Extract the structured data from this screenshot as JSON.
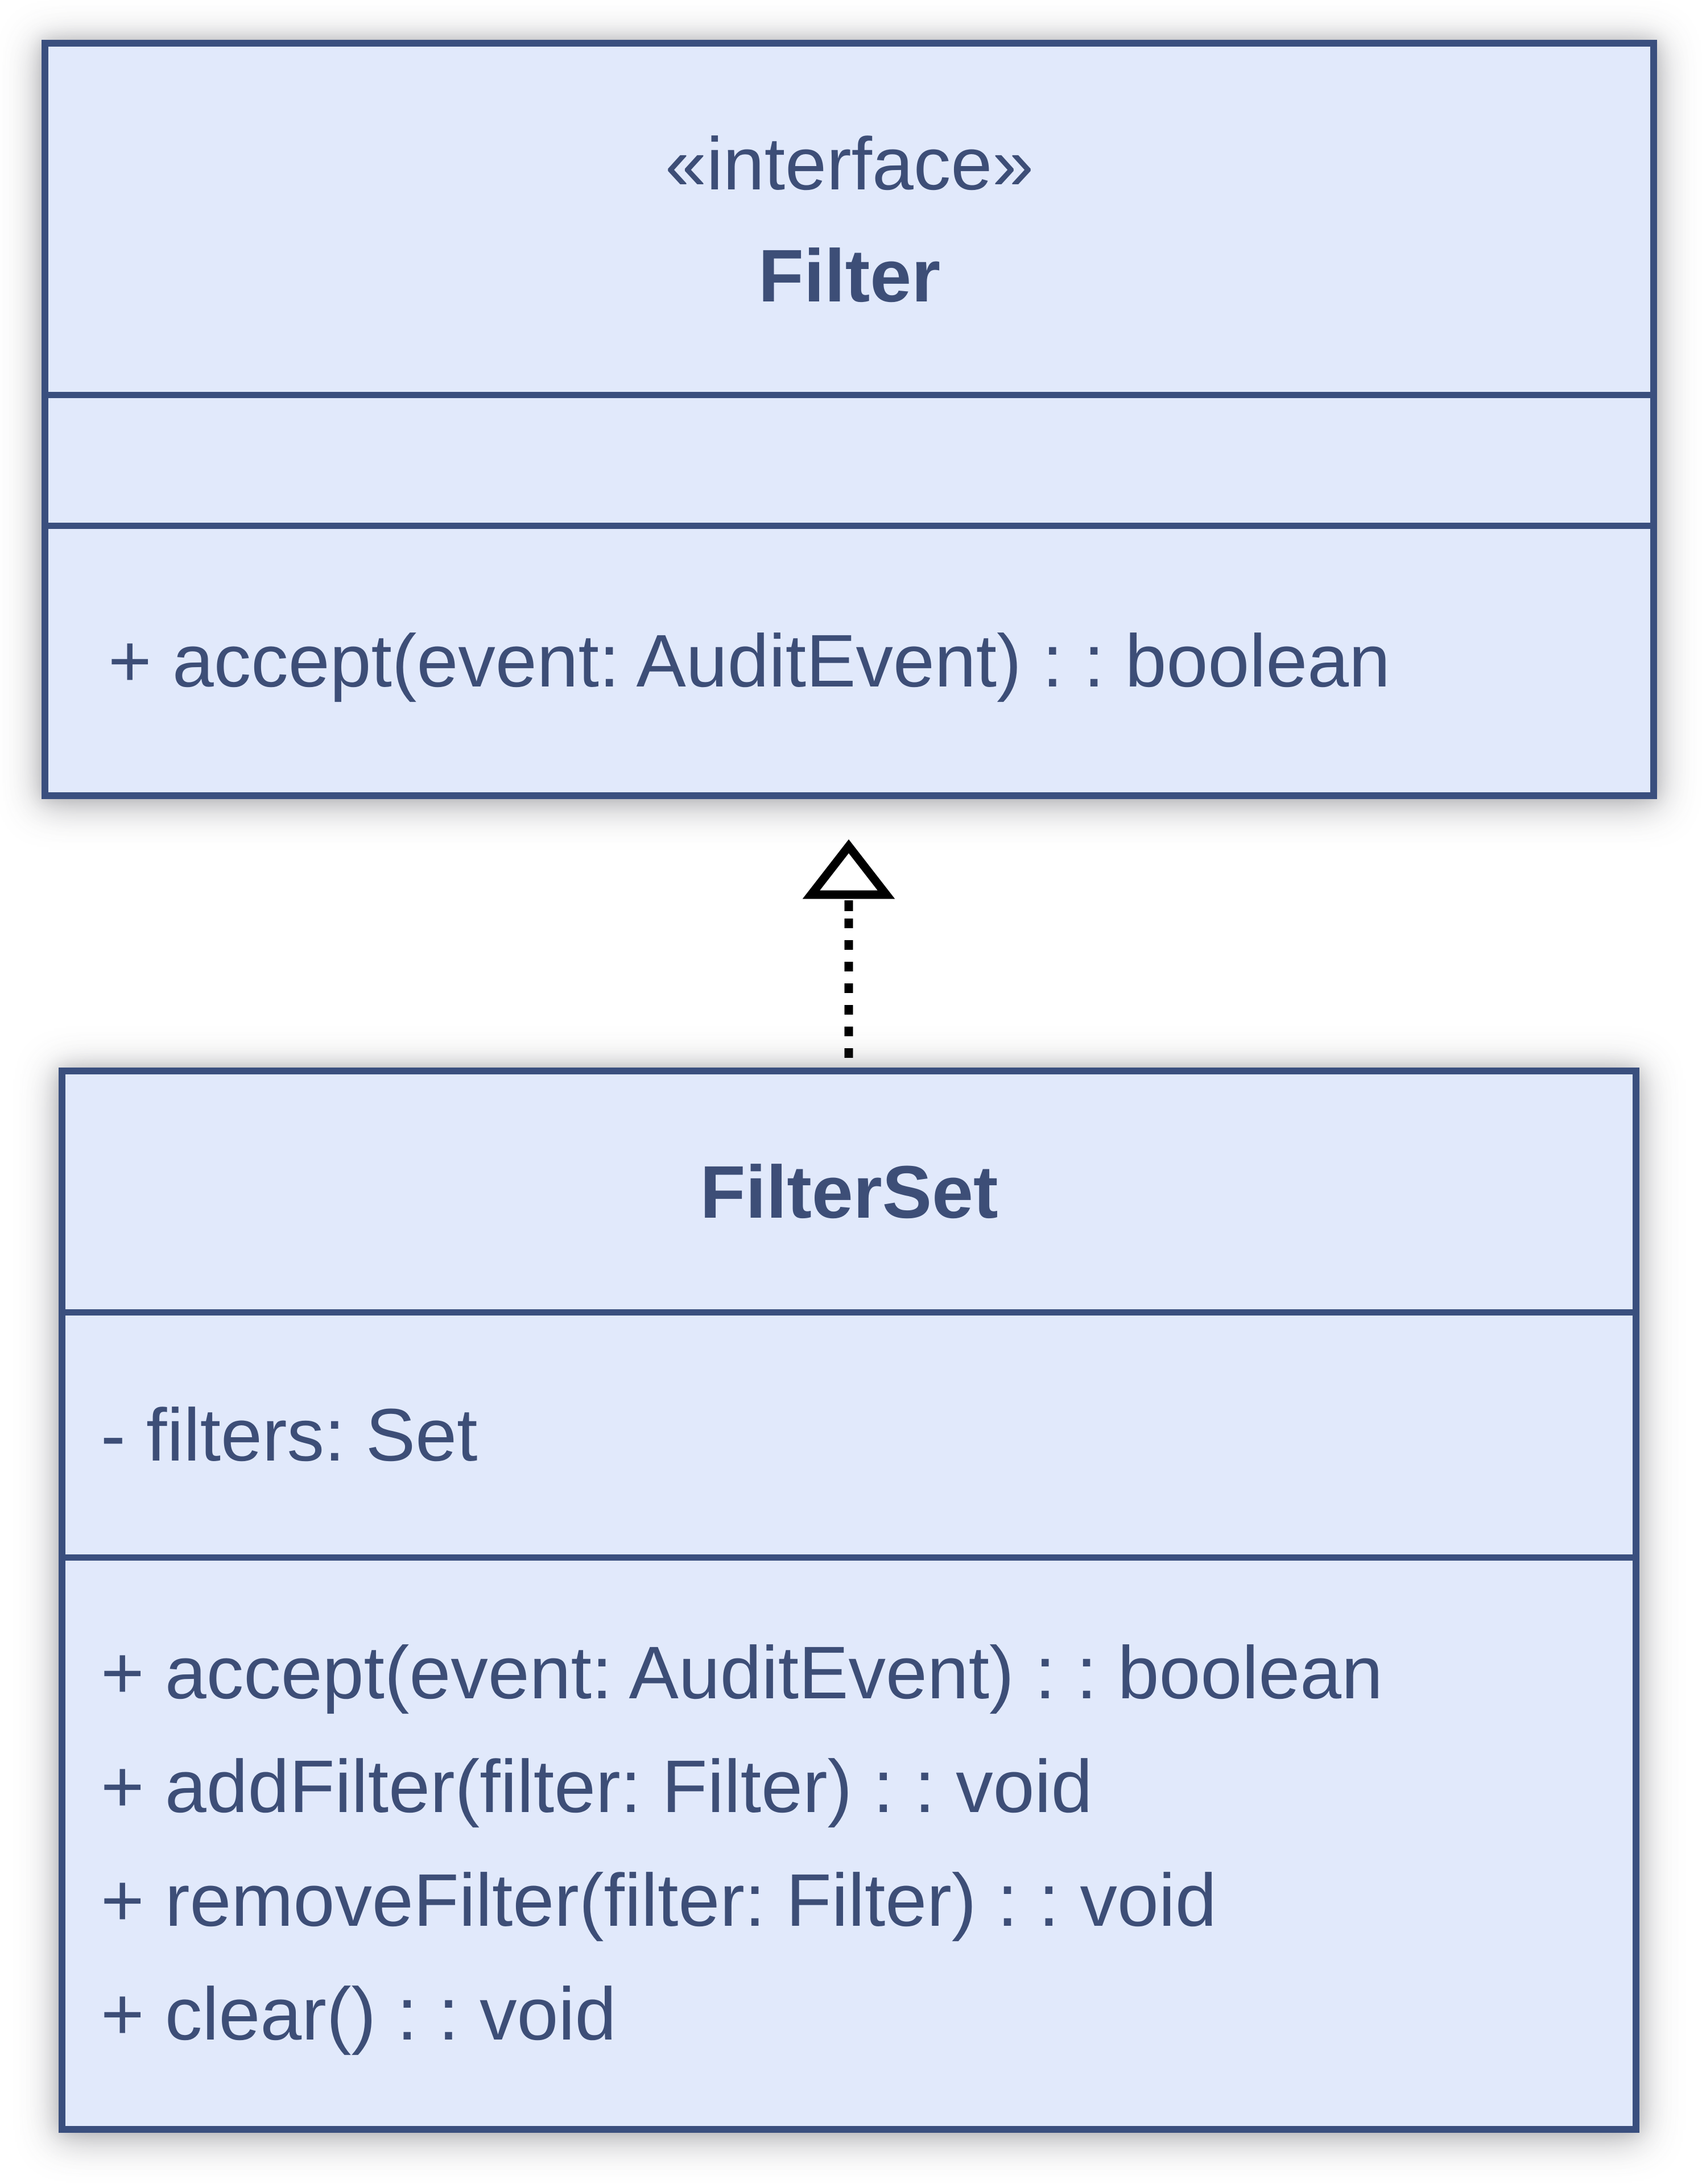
{
  "diagram_type": "UML class diagram",
  "classes": {
    "filter": {
      "stereotype": "«interface»",
      "name": "Filter",
      "attributes": [],
      "methods": [
        "+ accept(event: AuditEvent) : : boolean"
      ]
    },
    "filterset": {
      "name": "FilterSet",
      "attributes": [
        "- filters: Set"
      ],
      "methods": [
        "+ accept(event: AuditEvent) : : boolean",
        "+ addFilter(filter: Filter) : : void",
        "+ removeFilter(filter: Filter) : : void",
        "+ clear() : : void"
      ]
    }
  },
  "relationship": {
    "type": "realization",
    "from": "FilterSet",
    "to": "Filter",
    "line_style": "dashed",
    "arrowhead": "hollow-triangle"
  },
  "colors": {
    "box_fill": "#e1e9fb",
    "box_border": "#3a4f7e",
    "text": "#3d4e77",
    "arrow": "#000000",
    "background": "#ffffff"
  }
}
